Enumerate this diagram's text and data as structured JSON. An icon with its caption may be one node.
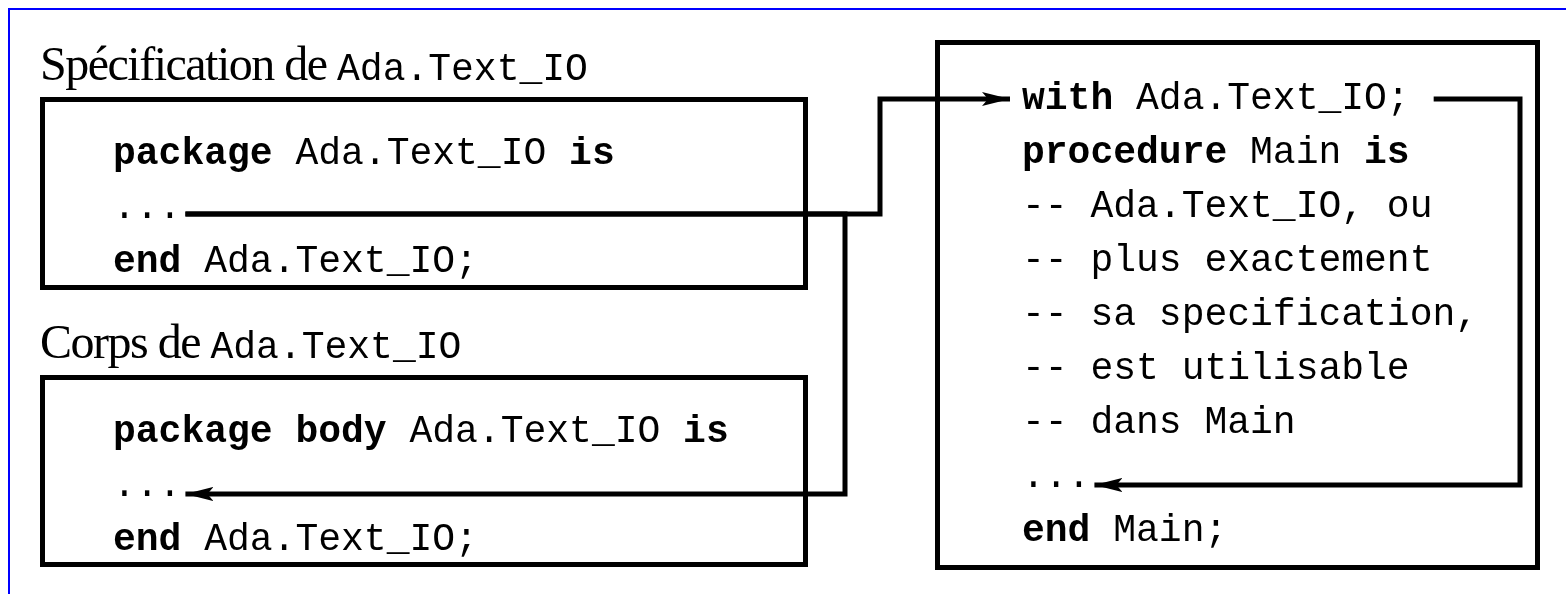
{
  "diagram": {
    "nodes": [
      {
        "text": [
          "Spécification de Ada.Text_IO"
        ]
      },
      {
        "text": [
          "**package** Ada.Text_IO **is**"
        ],
        "in": 0
      },
      {
        "text": [
          "..."
        ],
        "in": 0
      },
      {
        "text": [
          "**end** Ada.Text_IO;"
        ],
        "in": 0
      },
      {
        "text": [
          "Corps de Ada.Text_IO"
        ]
      },
      {
        "text": [
          "**package body** Ada.Text_IO **is**"
        ],
        "in": 4
      },
      {
        "text": [
          "..."
        ],
        "in": 4
      },
      {
        "text": [
          "**end** Ada.Text_IO;"
        ],
        "in": 4
      },
      {
        "text": [],
        "shape": "box"
      },
      {
        "text": [
          "**with** Ada.Text_IO;"
        ],
        "in": 8
      },
      {
        "text": [
          "**procedure** Main **is**"
        ],
        "in": 8
      },
      {
        "text": [
          "-- Ada.Text_IO, ou"
        ],
        "in": 8
      },
      {
        "text": [
          "-- plus exactement"
        ],
        "in": 8
      },
      {
        "text": [
          "-- sa specification,"
        ],
        "in": 8
      },
      {
        "text": [
          "-- est utilisable"
        ],
        "in": 8
      },
      {
        "text": [
          "-- dans Main"
        ],
        "in": 8
      },
      {
        "text": [
          "..."
        ],
        "in": 8
      },
      {
        "text": [
          "**end** Main;"
        ],
        "in": 8
      }
    ],
    "edges": [
      {
        "from": 2,
        "to": 9,
        "arrow": "to"
      },
      {
        "from": 2,
        "to": 6,
        "arrow": "to"
      },
      {
        "from": 9,
        "to": 16,
        "arrow": "to"
      }
    ]
  }
}
